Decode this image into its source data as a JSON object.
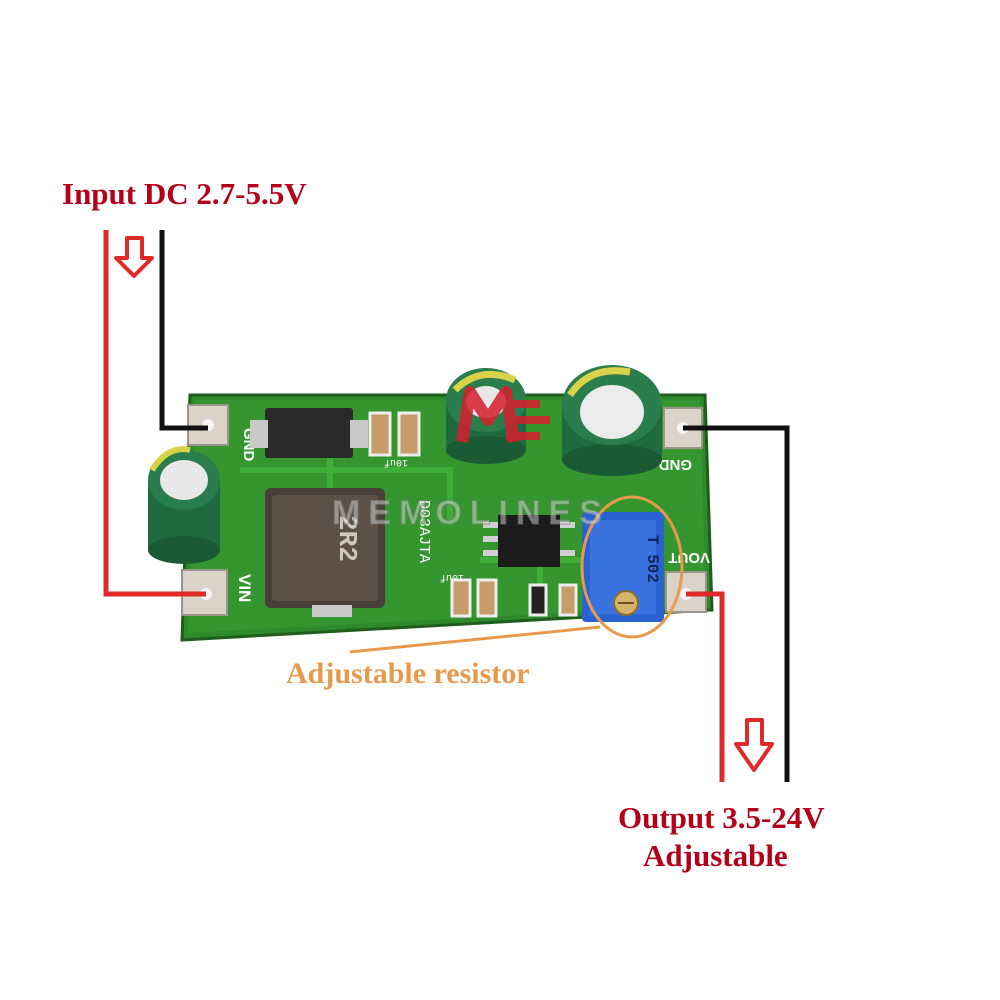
{
  "colors": {
    "red": "#e02a2a",
    "label_red": "#b3001b",
    "orange": "#e89a4c",
    "board_green": "#2f8a2c",
    "black": "#111111"
  },
  "labels": {
    "input": "Input DC 2.7-5.5V",
    "output": "Output 3.5-24V",
    "output_sub": "Adjustable",
    "resistor": "Adjustable resistor"
  },
  "board": {
    "silkscreen": {
      "gnd_in": "GND",
      "vin": "VIN",
      "gnd_out": "GND",
      "vout": "VOUT",
      "cap_a": "10uf",
      "cap_b": "10uf",
      "chip_marking": "D03AJTA",
      "inductor_marking": "2R2",
      "pot_marking": "T 502"
    }
  },
  "watermark": {
    "text": "MEMOLINES"
  }
}
